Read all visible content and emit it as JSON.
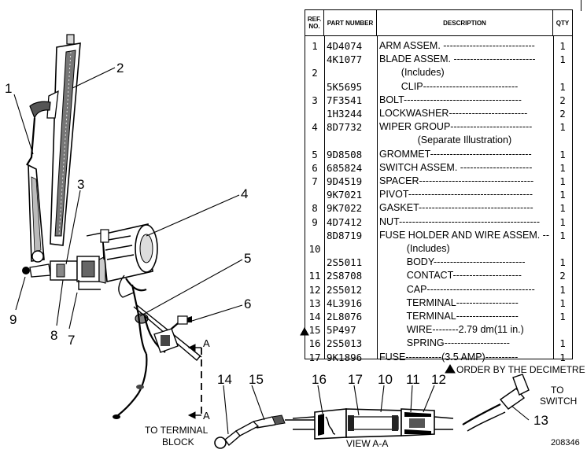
{
  "table": {
    "headers": {
      "ref": "REF. NO.",
      "part": "PART NUMBER",
      "desc": "DESCRIPTION",
      "qty": "QTY"
    },
    "rows": [
      {
        "ref": "1",
        "part": "4D4074",
        "desc": "ARM ASSEM. ----------------------------",
        "qty": "1"
      },
      {
        "ref": "",
        "part": "4K1077",
        "desc": "BLADE ASSEM. -------------------------",
        "qty": "1"
      },
      {
        "ref": "2",
        "part": "",
        "desc": "        (Includes)",
        "qty": ""
      },
      {
        "ref": "",
        "part": "5K5695",
        "desc": "        CLIP-----------------------------",
        "qty": "1"
      },
      {
        "ref": "3",
        "part": "7F3541",
        "desc": "BOLT------------------------------------",
        "qty": "2"
      },
      {
        "ref": "",
        "part": "1H3244",
        "desc": "LOCKWASHER------------------------",
        "qty": "2"
      },
      {
        "ref": "4",
        "part": "8D7732",
        "desc": "WIPER GROUP-------------------------",
        "qty": "1"
      },
      {
        "ref": "",
        "part": "",
        "desc": "              (Separate Illustration)",
        "qty": ""
      },
      {
        "ref": "5",
        "part": "9D8508",
        "desc": "GROMMET-------------------------------",
        "qty": "1"
      },
      {
        "ref": "6",
        "part": "685824",
        "desc": "SWITCH ASSEM. ----------------------",
        "qty": "1"
      },
      {
        "ref": "7",
        "part": "9D4519",
        "desc": "SPACER-----------------------------------",
        "qty": "1"
      },
      {
        "ref": "",
        "part": "9K7021",
        "desc": "PIVOT--------------------------------------",
        "qty": "1"
      },
      {
        "ref": "8",
        "part": "9K7022",
        "desc": "GASKET-----------------------------------",
        "qty": "1"
      },
      {
        "ref": "9",
        "part": "4D7412",
        "desc": "NUT-------------------------------------------",
        "qty": "1"
      },
      {
        "ref": "",
        "part": "8D8719",
        "desc": "FUSE HOLDER AND WIRE ASSEM. --",
        "qty": "1"
      },
      {
        "ref": "10",
        "part": "",
        "desc": "          (Includes)",
        "qty": ""
      },
      {
        "ref": "",
        "part": "2S5011",
        "desc": "          BODY----------------------------",
        "qty": "1"
      },
      {
        "ref": "11",
        "part": "2S8708",
        "desc": "          CONTACT---------------------",
        "qty": "2"
      },
      {
        "ref": "12",
        "part": "2S5012",
        "desc": "          CAP---------------------------------",
        "qty": "1"
      },
      {
        "ref": "13",
        "part": "4L3916",
        "desc": "          TERMINAL-------------------",
        "qty": "1"
      },
      {
        "ref": "14",
        "part": "2L8076",
        "desc": "          TERMINAL-------------------",
        "qty": "1"
      },
      {
        "ref": "15",
        "part": "5P497",
        "desc": "          WIRE--------2.79 dm(11 in.)",
        "qty": ""
      },
      {
        "ref": "16",
        "part": "2S5013",
        "desc": "          SPRING--------------------",
        "qty": "1"
      },
      {
        "ref": "17",
        "part": "9K1896",
        "desc": "FUSE-----------(3.5 AMP)----------",
        "qty": "1"
      }
    ]
  },
  "footnote": "ORDER BY THE DECIMETRE",
  "callouts": {
    "c1": "1",
    "c2": "2",
    "c3": "3",
    "c4": "4",
    "c5": "5",
    "c6": "6",
    "c7": "7",
    "c8": "8",
    "c9": "9",
    "c10": "10",
    "c11": "11",
    "c12": "12",
    "c13": "13",
    "c14": "14",
    "c15": "15",
    "c16": "16",
    "c17": "17"
  },
  "labels": {
    "section_a_top": "A",
    "section_a_bottom": "A",
    "to_terminal_block_1": "TO TERMINAL",
    "to_terminal_block_2": "BLOCK",
    "view_aa": "VIEW A-A",
    "to_switch_1": "TO",
    "to_switch_2": "SWITCH",
    "figure_number": "208346"
  }
}
